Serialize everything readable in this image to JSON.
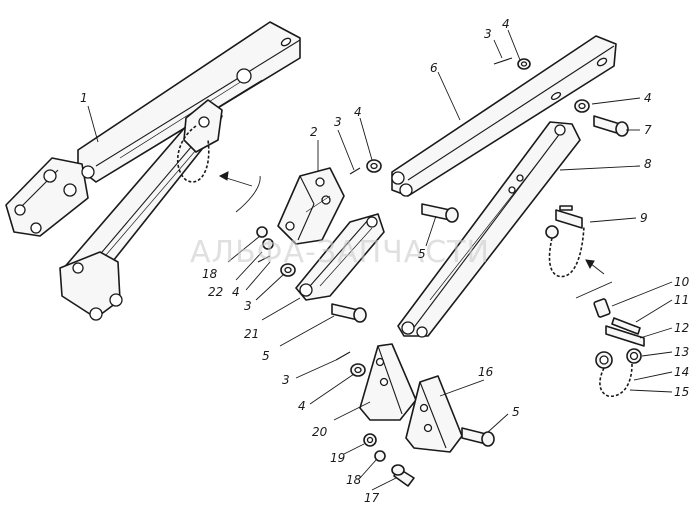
{
  "watermark": "АЛЬФА-ЗАПЧАСТИ",
  "callouts": [
    {
      "id": "c1",
      "label": "1"
    },
    {
      "id": "c2",
      "label": "2"
    },
    {
      "id": "c3a",
      "label": "3"
    },
    {
      "id": "c3b",
      "label": "3"
    },
    {
      "id": "c3c",
      "label": "3"
    },
    {
      "id": "c3d",
      "label": "3"
    },
    {
      "id": "c4a",
      "label": "4"
    },
    {
      "id": "c4b",
      "label": "4"
    },
    {
      "id": "c4c",
      "label": "4"
    },
    {
      "id": "c4d",
      "label": "4"
    },
    {
      "id": "c4e",
      "label": "4"
    },
    {
      "id": "c5a",
      "label": "5"
    },
    {
      "id": "c5b",
      "label": "5"
    },
    {
      "id": "c5c",
      "label": "5"
    },
    {
      "id": "c6",
      "label": "6"
    },
    {
      "id": "c7",
      "label": "7"
    },
    {
      "id": "c8",
      "label": "8"
    },
    {
      "id": "c9",
      "label": "9"
    },
    {
      "id": "c10",
      "label": "10"
    },
    {
      "id": "c11",
      "label": "11"
    },
    {
      "id": "c12",
      "label": "12"
    },
    {
      "id": "c13",
      "label": "13"
    },
    {
      "id": "c14",
      "label": "14"
    },
    {
      "id": "c15",
      "label": "15"
    },
    {
      "id": "c16",
      "label": "16"
    },
    {
      "id": "c17",
      "label": "17"
    },
    {
      "id": "c18a",
      "label": "18"
    },
    {
      "id": "c18b",
      "label": "18"
    },
    {
      "id": "c19",
      "label": "19"
    },
    {
      "id": "c20",
      "label": "20"
    },
    {
      "id": "c21",
      "label": "21"
    },
    {
      "id": "c22",
      "label": "22"
    }
  ]
}
